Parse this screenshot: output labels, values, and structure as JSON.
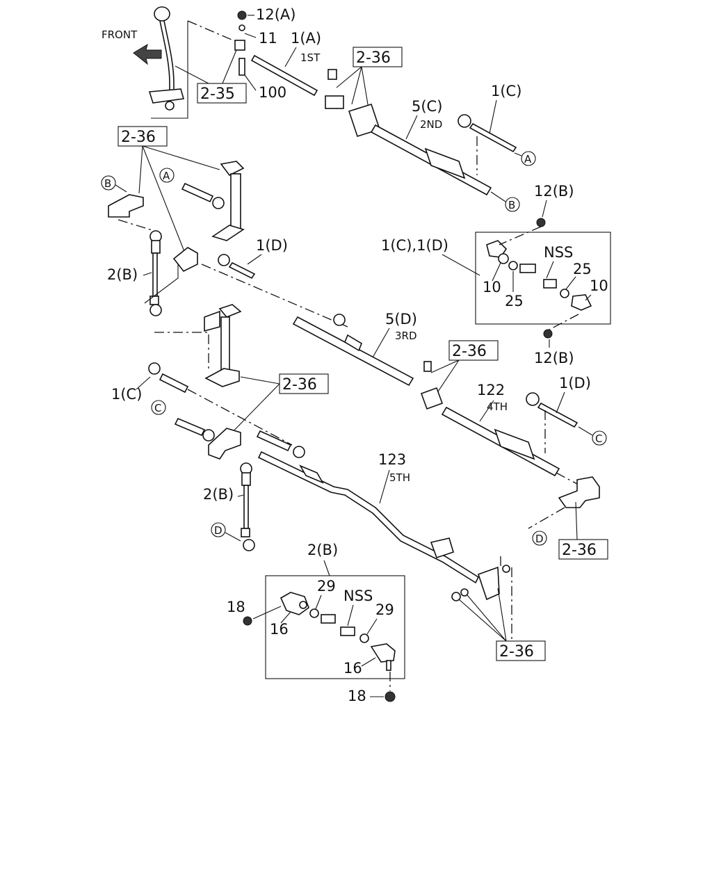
{
  "diagram": {
    "front_label": "FRONT",
    "refs": {
      "r236": "2-36",
      "r235": "2-35"
    },
    "callouts": {
      "p12a": "12(A)",
      "p11": "11",
      "p100": "100",
      "p1a": "1(A)",
      "p1st": "1ST",
      "p5c": "5(C)",
      "p2nd": "2ND",
      "p1c": "1(C)",
      "p12b": "12(B)",
      "p1c1d": "1(C),1(D)",
      "pNSS": "NSS",
      "p25": "25",
      "p10": "10",
      "p1d": "1(D)",
      "p2b": "2(B)",
      "p5d": "5(D)",
      "p3rd": "3RD",
      "p122": "122",
      "p4th": "4TH",
      "p123": "123",
      "p5th": "5TH",
      "p18": "18",
      "p16": "16",
      "p29": "29"
    },
    "connectors": {
      "a": "A",
      "b": "B",
      "c": "C",
      "d": "D"
    }
  }
}
